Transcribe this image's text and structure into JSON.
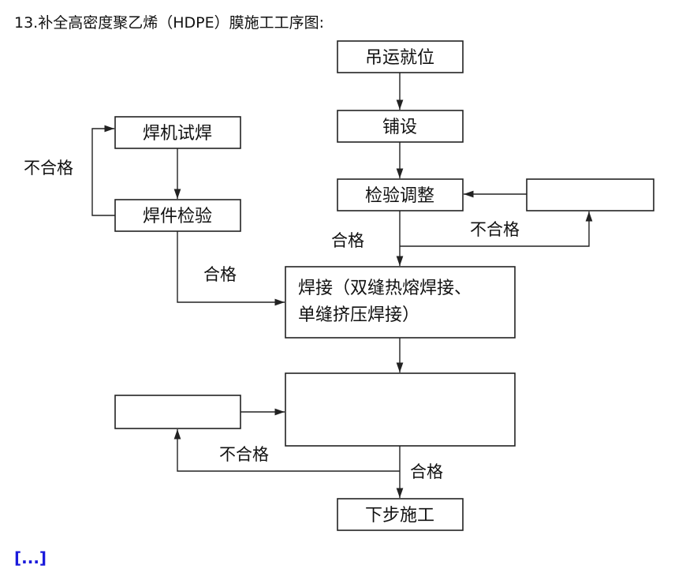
{
  "heading": "13.补全高密度聚乙烯（HDPE）膜施工工序图:",
  "nodes": {
    "hoist": "吊运就位",
    "lay": "铺设",
    "inspect_adjust": "检验调整",
    "blank_right": "",
    "trial_weld": "焊机试焊",
    "weld_inspect": "焊件检验",
    "weld_line1": "焊接（双缝热熔焊接、",
    "weld_line2": "单缝挤压焊接）",
    "blank_middle": "",
    "blank_left": "",
    "next": "下步施工"
  },
  "edges": {
    "fail_left_top": "不合格",
    "pass_left": "合格",
    "pass_top": "合格",
    "fail_right": "不合格",
    "fail_bottom": "不合格",
    "pass_bottom": "合格"
  },
  "more_link": "[...]"
}
